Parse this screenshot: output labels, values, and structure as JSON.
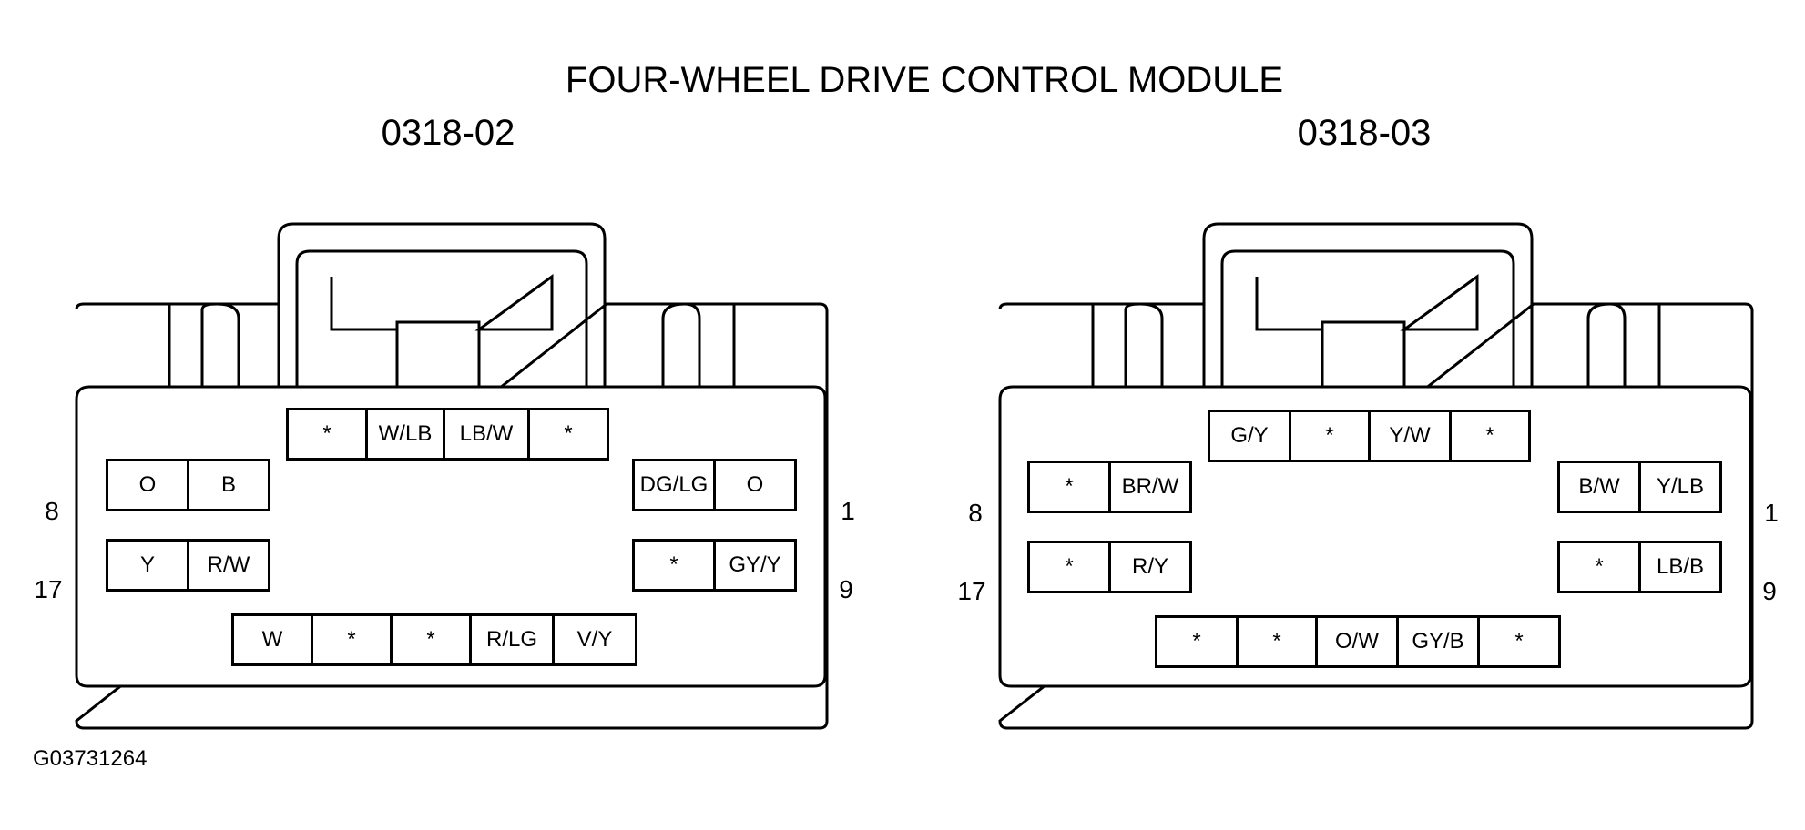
{
  "title": "FOUR-WHEEL DRIVE CONTROL MODULE",
  "figure_id": "G03731264",
  "connectors": [
    {
      "part_number": "0318-02",
      "pin_numbers": {
        "row1_left": "8",
        "row1_right": "1",
        "row2_left": "17",
        "row2_right": "9"
      },
      "top_row": [
        "*",
        "W/LB",
        "LB/W",
        "*"
      ],
      "upper_left": [
        "O",
        "B"
      ],
      "upper_right": [
        "DG/LG",
        "O"
      ],
      "lower_left": [
        "Y",
        "R/W"
      ],
      "lower_right": [
        "*",
        "GY/Y"
      ],
      "bottom_row": [
        "W",
        "*",
        "*",
        "R/LG",
        "V/Y"
      ]
    },
    {
      "part_number": "0318-03",
      "pin_numbers": {
        "row1_left": "8",
        "row1_right": "1",
        "row2_left": "17",
        "row2_right": "9"
      },
      "top_row": [
        "G/Y",
        "*",
        "Y/W",
        "*"
      ],
      "upper_left": [
        "*",
        "BR/W"
      ],
      "upper_right": [
        "B/W",
        "Y/LB"
      ],
      "lower_left": [
        "*",
        "R/Y"
      ],
      "lower_right": [
        "*",
        "LB/B"
      ],
      "bottom_row": [
        "*",
        "*",
        "O/W",
        "GY/B",
        "*"
      ]
    }
  ]
}
